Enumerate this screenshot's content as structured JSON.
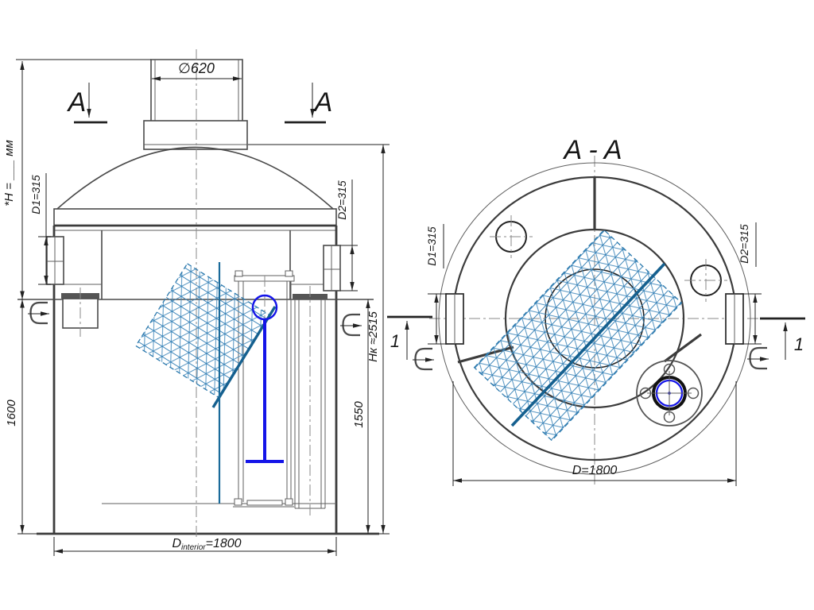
{
  "front_view": {
    "section_label": "A",
    "dims": {
      "neck": "∅620",
      "height_note": "*H = ___ мм",
      "d1": "D1=315",
      "d2": "D2=315",
      "h1600": "1600",
      "hk": "Hк ≈2515",
      "h1550": "1550",
      "d_int_prefix": "D",
      "d_int_sub": "interior",
      "d_int_value": "=1800"
    }
  },
  "section_view": {
    "title": "A - A",
    "detail_label": "1",
    "dims": {
      "d1": "D1=315",
      "d2": "D2=315",
      "d": "D=1800"
    }
  },
  "colors": {
    "mesh": "#3f87ba",
    "mesh_dark": "#15608f",
    "pipe_blue": "#1414e8",
    "line_dark": "#3c3c3c",
    "dim": "#222222",
    "centerline": "#8a8a8a"
  }
}
